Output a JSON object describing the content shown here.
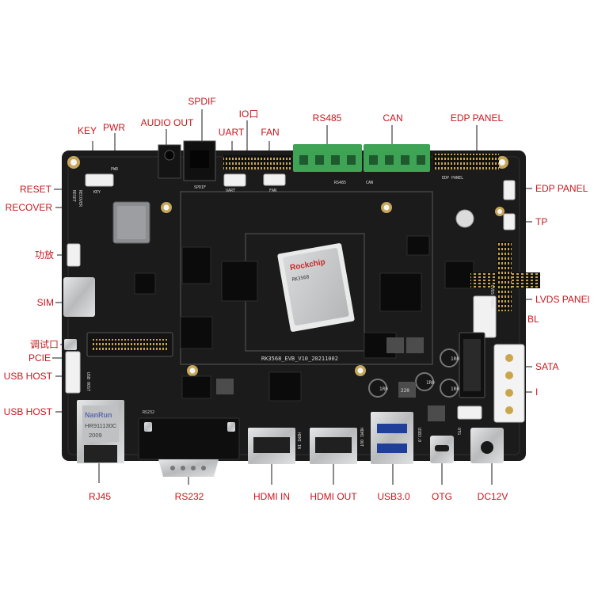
{
  "board": {
    "chip_text": [
      "Rockchip",
      "RK3568",
      "",
      "",
      ""
    ],
    "board_version": "RK3568_EVB_V10_20211002",
    "rj45_brand": "NanRun",
    "rj45_part": "HR911130C",
    "rj45_year": "2009",
    "inductor_marks": [
      "1R0",
      "1R0",
      "1R0",
      "220",
      "1R0"
    ],
    "silk_labels": [
      "PWR",
      "KEY",
      "SPDIF",
      "UART",
      "FAN",
      "RS485",
      "CAN",
      "EDP PANEL",
      "LVDS PANEL",
      "USB HOST",
      "RS232",
      "HDMI IN",
      "HDMI OUT",
      "USB3.0",
      "OTG",
      "RESET",
      "RECOVER"
    ]
  },
  "callouts": {
    "top": [
      "KEY",
      "PWR",
      "AUDIO  OUT",
      "SPDIF",
      "UART",
      "IO口",
      "FAN",
      "RS485",
      "CAN",
      "EDP PANEL"
    ],
    "left": [
      "RESET",
      "RECOVER",
      "功放",
      "SIM",
      "调试口",
      "PCIE",
      "USB HOST",
      "USB HOST"
    ],
    "right": [
      "EDP PANEL",
      "TP",
      "LVDS PANEl",
      "BL",
      "SATA",
      "I"
    ],
    "bottom": [
      "RJ45",
      "RS232",
      "HDMI  IN",
      "HDMI  OUT",
      "USB3.0",
      "OTG",
      "DC12V"
    ]
  },
  "colors": {
    "label": "#c8171e",
    "pcb": "#1b1b1c",
    "terminal": "#3fa356",
    "chip": "#c9cbcc"
  }
}
